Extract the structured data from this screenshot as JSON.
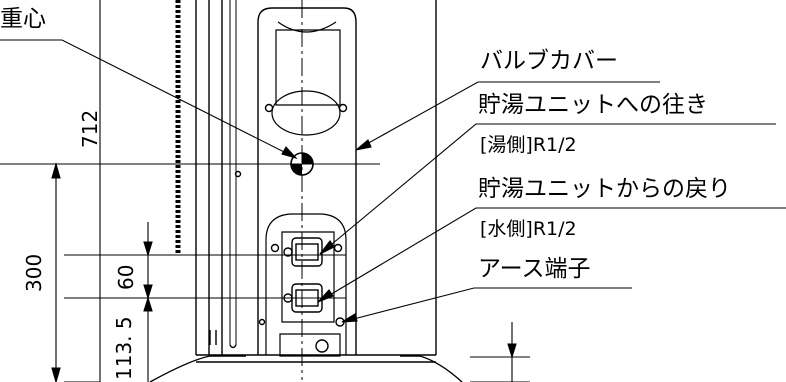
{
  "labels": {
    "center_of_gravity": "重心",
    "valve_cover": "バルブカバー",
    "to_tank": "貯湯ユニットへの往き",
    "hot_side": "[湯側]R1/2",
    "from_tank": "貯湯ユニットからの戻り",
    "water_side": "[水側]R1/2",
    "ground_terminal": "アース端子"
  },
  "dimensions": {
    "height_712": "712",
    "height_300": "300",
    "height_60": "60",
    "height_113_5": "113. 5"
  },
  "colors": {
    "line": "#000000",
    "background": "#ffffff"
  }
}
